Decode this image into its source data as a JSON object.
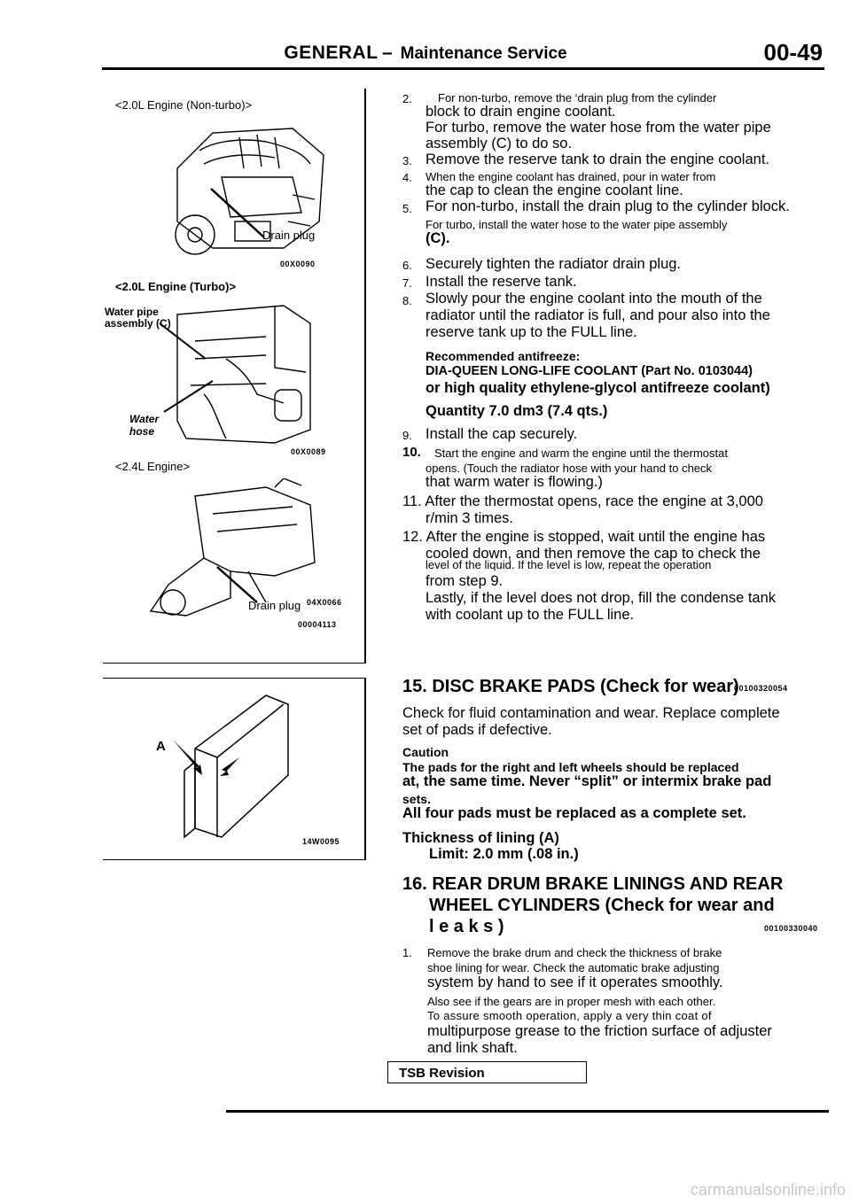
{
  "header": {
    "section": "GENERAL",
    "dash": "–",
    "subsection": "Maintenance Service",
    "page_number": "00-49"
  },
  "figures": {
    "fig1": {
      "title": "<2.0L Engine (Non-turbo)>",
      "label": "Drain plug",
      "code": "00X0090"
    },
    "fig2": {
      "title": "<2.0L Engine (Turbo)>",
      "label_pipe": "Water pipe assembly (C)",
      "label_hose": "Water hose",
      "code": "00X0089"
    },
    "fig3": {
      "title": "<2.4L Engine>",
      "label": "Drain plug",
      "code": "04X0066",
      "code2": "00004113"
    },
    "fig4": {
      "label": "A",
      "code": "14W0095"
    }
  },
  "steps": {
    "s2_num": "2.",
    "s2a": "For non-turbo, remove the ‘drain plug from the cylinder",
    "s2b": "block to drain engine coolant.",
    "s2c": "For turbo, remove the water hose from the water pipe",
    "s2d": "assembly (C) to do so.",
    "s3_num": "3.",
    "s3": "Remove the reserve tank to drain the engine coolant.",
    "s4_num": "4.",
    "s4a": "When the engine coolant has drained, pour in water from",
    "s4b": "the cap to clean the engine coolant line.",
    "s5_num": "5.",
    "s5a": "For non-turbo, install the drain plug to the cylinder block.",
    "s5b": "For turbo, install the water hose to the water pipe assembly",
    "s5c": "(C).",
    "s6_num": "6.",
    "s6": "Securely tighten the radiator drain plug.",
    "s7_num": "7.",
    "s7": "Install the reserve tank.",
    "s8_num": "8.",
    "s8a": "Slowly pour the engine coolant into the mouth of the",
    "s8b": "radiator until the radiator is full, and pour also into the",
    "s8c": "reserve tank up to the FULL line.",
    "rec": "Recommended antifreeze:",
    "rec1": "DIA-QUEEN LONG-LIFE COOLANT (Part No. 0103044)",
    "rec2": "or high quality ethylene-glycol antifreeze coolant)",
    "qty": "Quantity 7.0 dm3 (7.4 qts.)",
    "s9_num": "9.",
    "s9": "Install the cap securely.",
    "s10_num": "10.",
    "s10a": "Start the engine and warm the engine until the thermostat",
    "s10b": "opens. (Touch the radiator hose with your hand to check",
    "s10c": "that warm water is flowing.)",
    "s11a": "11. After the thermostat opens, race the engine at 3,000",
    "s11b": "r/min 3 times.",
    "s12a": "12. After the engine is stopped, wait until the engine has",
    "s12b": "cooled down, and then remove the cap to check the",
    "s12c": "level of the liquid. If the level is low, repeat the operation",
    "s12d": "from step 9.",
    "s12e": "Lastly, if the level does not drop, fill the condense tank",
    "s12f": "with coolant up to the FULL line."
  },
  "sec15": {
    "heading": "15. DISC BRAKE PADS (Check for wear)",
    "code": "00100320054",
    "p1a": "Check for fluid contamination and wear. Replace complete",
    "p1b": "set of pads if defective.",
    "caution": "Caution",
    "c1": "The pads for the right and left wheels should be replaced",
    "c2": "at, the same time. Never “split” or intermix brake pad",
    "c3": "sets.",
    "c4": "All four pads must be replaced as a complete set.",
    "t1": "Thickness of lining (A)",
    "t2": "Limit: 2.0 mm (.08 in.)"
  },
  "sec16": {
    "h1": "16. REAR DRUM BRAKE LININGS AND REAR",
    "h2": "WHEEL CYLINDERS (Check for wear and",
    "h3": "l e a k s )",
    "code": "00100330040",
    "n1": "1.",
    "p1": "Remove the brake drum and check the thickness of brake",
    "p2": "shoe lining for wear. Check the automatic brake adjusting",
    "p3": "system by hand to see if it operates smoothly.",
    "p4": "Also see if the gears are in proper mesh with each other.",
    "p5": "To assure smooth operation, apply a very thin coat of",
    "p6": "multipurpose grease to the friction surface of adjuster",
    "p7": "and link shaft."
  },
  "footer": {
    "tsb": "TSB Revision",
    "watermark": "carmanualsonline.info"
  }
}
